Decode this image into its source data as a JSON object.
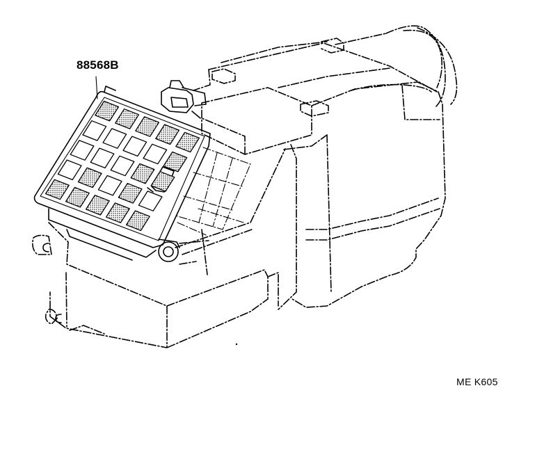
{
  "diagram": {
    "part_number": "88568B",
    "reference_code": "ME K605",
    "components": [
      "filter-element",
      "blower-unit-housing"
    ]
  }
}
